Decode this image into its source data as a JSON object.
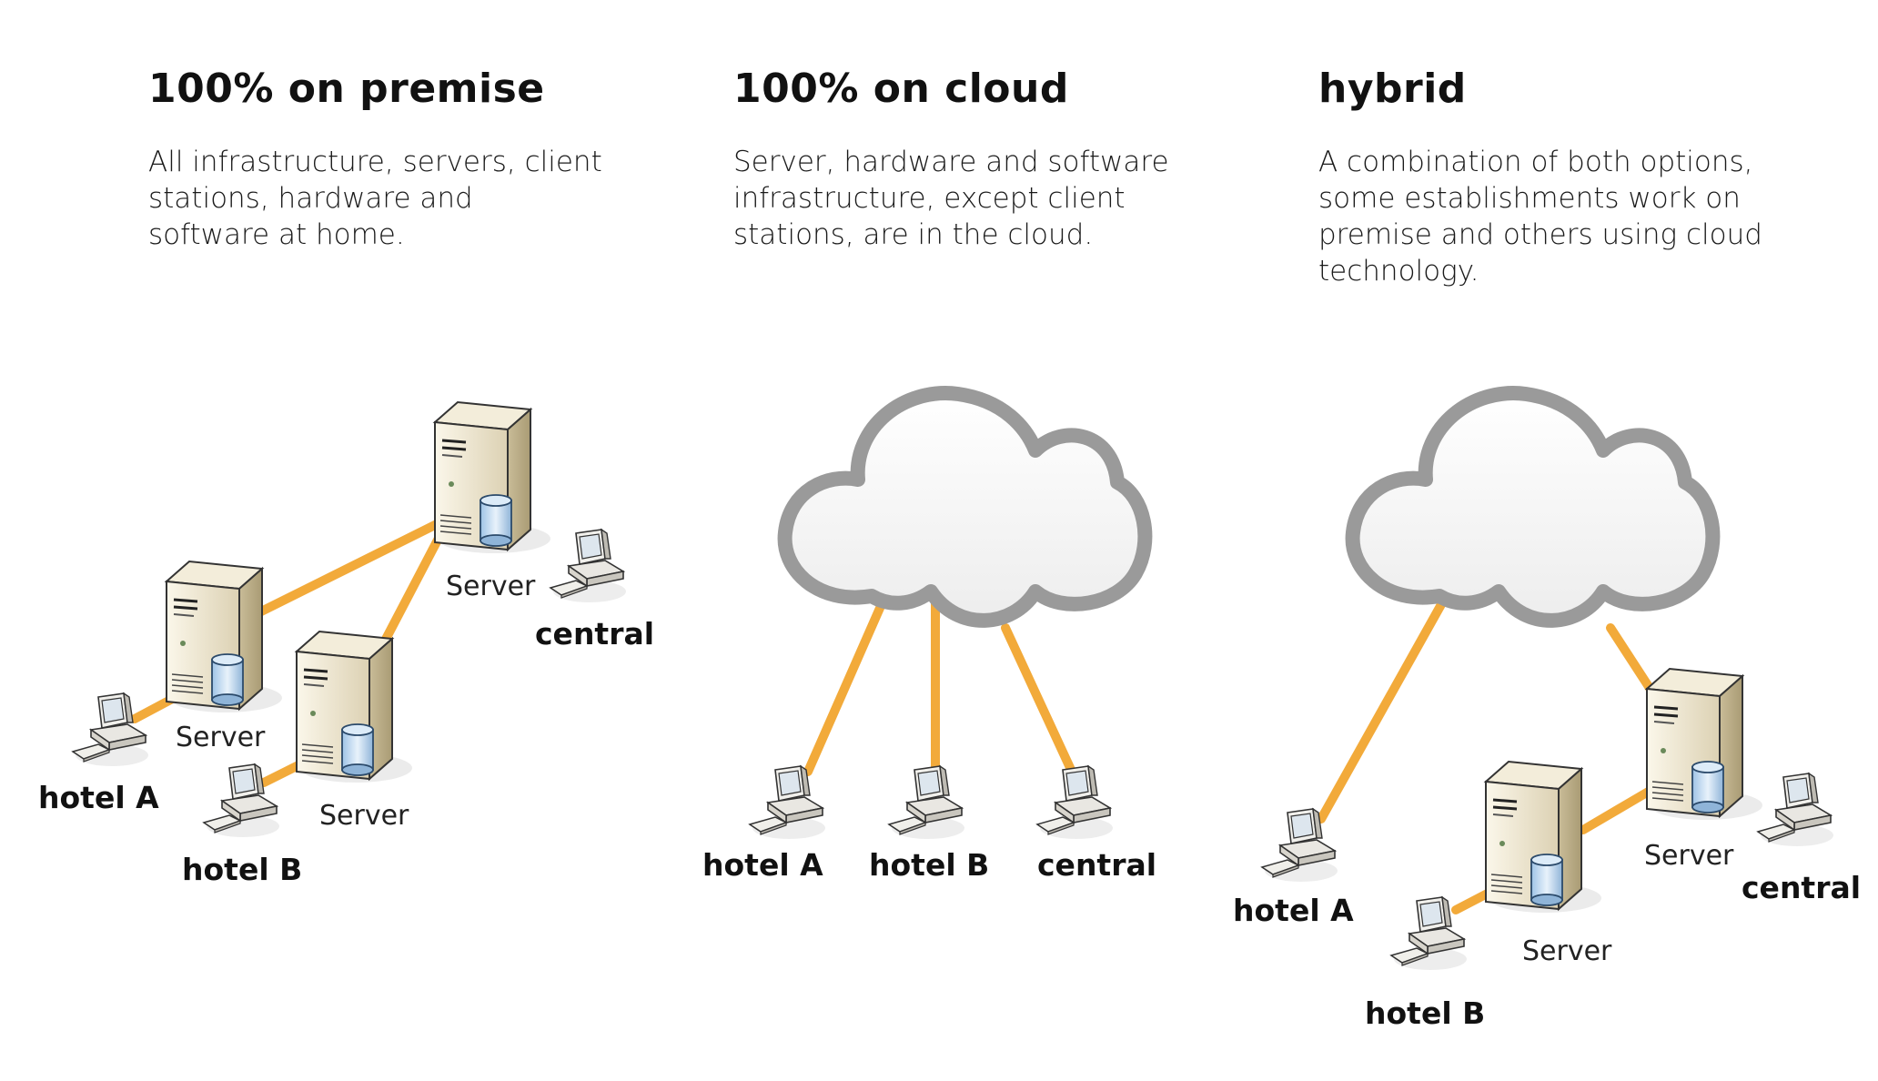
{
  "columns": [
    {
      "title": "100% on premise",
      "description": "All infrastructure, servers, client\nstations, hardware and\nsoftware at home."
    },
    {
      "title": "100% on cloud",
      "description": "Server, hardware and software\ninfrastructure, except client\nstations, are in the cloud."
    },
    {
      "title": "hybrid",
      "description": "A combination of both options,\nsome establishments work on\npremise and others using cloud\ntechnology."
    }
  ],
  "labels": {
    "server": "Server",
    "hotel_a": "hotel A",
    "hotel_b": "hotel B",
    "central": "central"
  },
  "colors": {
    "link": "#F2AA3A",
    "cloud_outline": "#9A9A9A",
    "cloud_fill": "#F4F4F4",
    "server_body": "#E6DDC4"
  }
}
